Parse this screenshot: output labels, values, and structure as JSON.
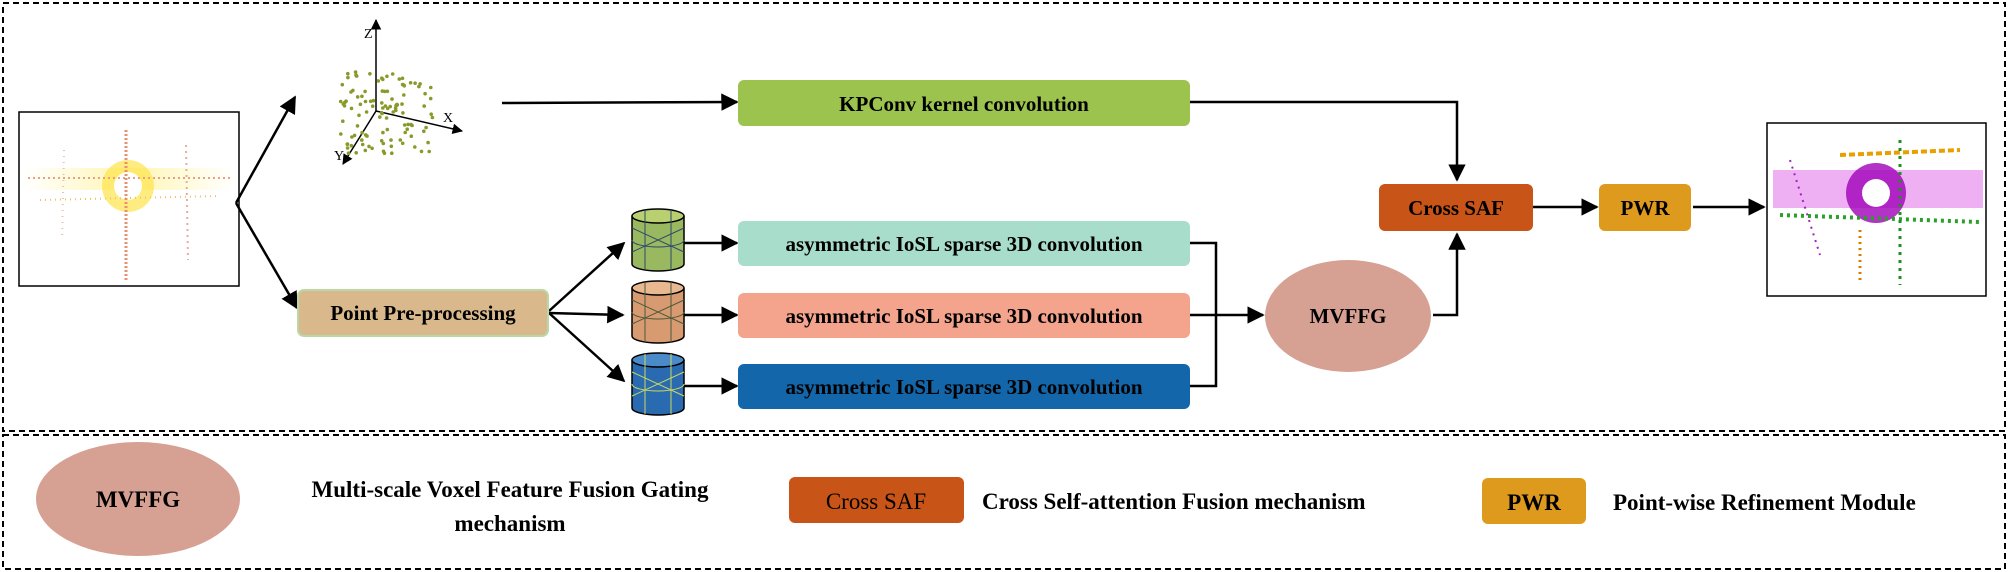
{
  "nodes": {
    "kpconv": "KPConv kernel convolution",
    "preproc": "Point Pre-processing",
    "conv_a": "asymmetric IoSL sparse 3D convolution",
    "conv_b": "asymmetric IoSL sparse 3D convolution",
    "conv_c": "asymmetric IoSL sparse 3D convolution",
    "mvffg": "MVFFG",
    "cross_saf": "Cross SAF",
    "pwr": "PWR"
  },
  "axes": {
    "z": "Z",
    "x": "X",
    "y": "Y"
  },
  "legend": {
    "mvffg_badge": "MVFFG",
    "mvffg_desc_line1": "Multi-scale Voxel Feature Fusion Gating",
    "mvffg_desc_line2": "mechanism",
    "saf_badge": "Cross SAF",
    "saf_desc": "Cross Self-attention Fusion mechanism",
    "pwr_badge": "PWR",
    "pwr_desc": "Point-wise Refinement Module"
  },
  "colors": {
    "kpconv": "#9dc34f",
    "preproc": "#d9b88c",
    "conv_a": "#a8dccb",
    "conv_b": "#f4a48c",
    "conv_c": "#1366aa",
    "mvffg": "#d6a093",
    "cross_saf": "#c95417",
    "pwr": "#de9a1c"
  }
}
